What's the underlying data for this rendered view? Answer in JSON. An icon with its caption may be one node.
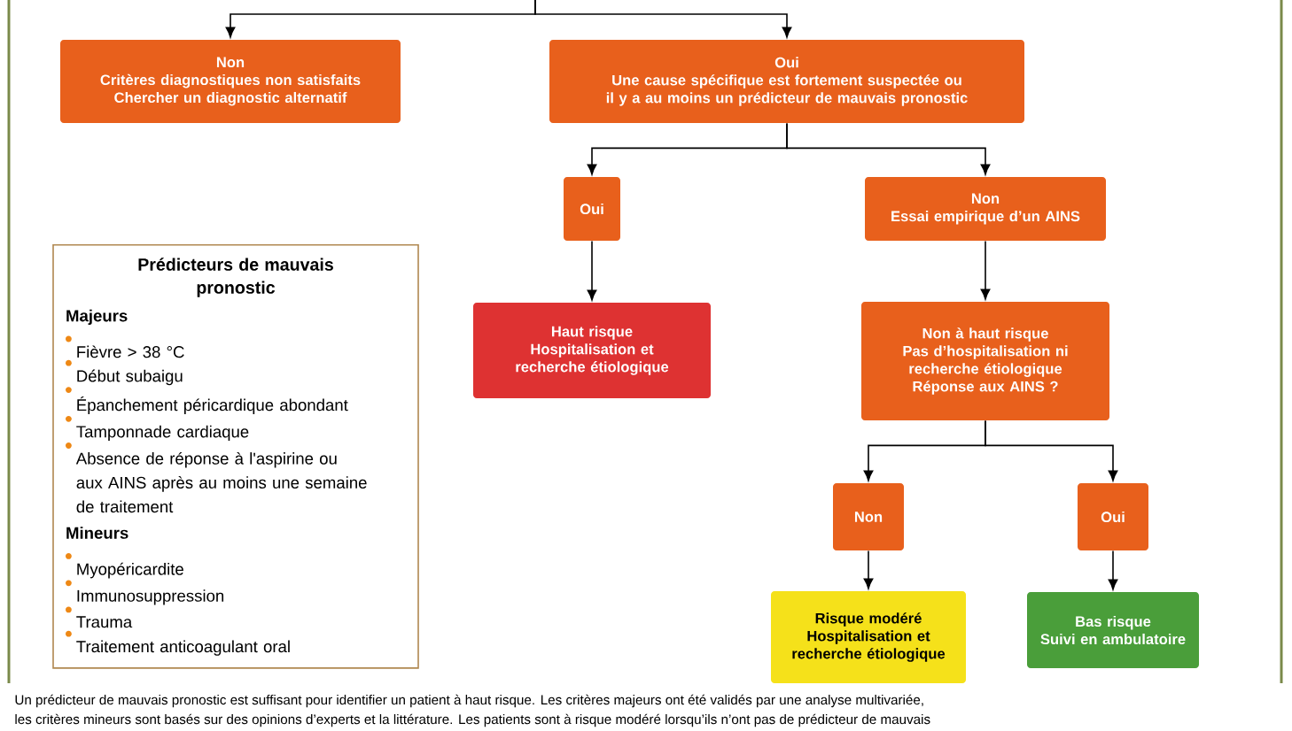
{
  "diagram": {
    "nodes": [
      {
        "text": [
          "Non",
          "Critères diagnostiques non satisfaits Chercher un diagnostic alternatif"
        ]
      },
      {
        "text": [
          "Oui",
          "Une cause spécifique est fortement suspectée ou il y a au moins un prédicteur de mauvais pronostic"
        ]
      },
      {
        "text": [
          "Oui"
        ]
      },
      {
        "text": [
          "Non",
          "Essai empirique d’un AINS"
        ]
      },
      {
        "text": [
          "Haut risque",
          "Hospitalisation et recherche étiologique"
        ]
      },
      {
        "text": [
          "Non à haut risque",
          "Pas d’hospitalisation ni recherche étiologique",
          "Réponse aux AINS ?"
        ]
      },
      {
        "text": [
          "Non"
        ]
      },
      {
        "text": [
          "Oui"
        ]
      },
      {
        "text": [
          "Risque modéré",
          "Hospitalisation et recherche étiologique"
        ]
      },
      {
        "text": [
          "Bas risque",
          "Suivi en ambulatoire"
        ]
      },
      {
        "text": [
          "Prédicteurs de mauvais pronostic",
          "Majeurs",
          "Fièvre > 38 °C",
          "Début subaigu",
          "Épanchement péricardique abondant",
          "Tamponnade cardiaque",
          "Absence de réponse à l'aspirine ou aux AINS après au moins une semaine de traitement",
          "Mineurs",
          "Myopéricardite",
          "Immunosuppression",
          "Trauma",
          "Traitement anticoagulant oral"
        ]
      }
    ],
    "edges": [
      {
        "from": null,
        "to": 0,
        "arrow": "to"
      },
      {
        "from": null,
        "to": 1,
        "arrow": "to"
      },
      {
        "from": 1,
        "to": 2,
        "arrow": "to"
      },
      {
        "from": 1,
        "to": 3,
        "arrow": "to"
      },
      {
        "from": 2,
        "to": 4,
        "arrow": "to"
      },
      {
        "from": 3,
        "to": 5,
        "arrow": "to"
      },
      {
        "from": 5,
        "to": 6,
        "arrow": "to"
      },
      {
        "from": 5,
        "to": 7,
        "arrow": "to"
      },
      {
        "from": 6,
        "to": 8,
        "arrow": "to"
      },
      {
        "from": 7,
        "to": 9,
        "arrow": "to"
      }
    ],
    "labels": [
      "Un prédicteur de mauvais pronostic est suffisant pour identifier un patient à haut risque. Les critères majeurs ont été validés par une analyse multivariée,",
      "les critères mineurs sont basés sur des opinions d’experts et la littérature. Les patients sont à risque modéré lorsqu’ils n’ont pas de prédicteur de mauvais"
    ]
  }
}
